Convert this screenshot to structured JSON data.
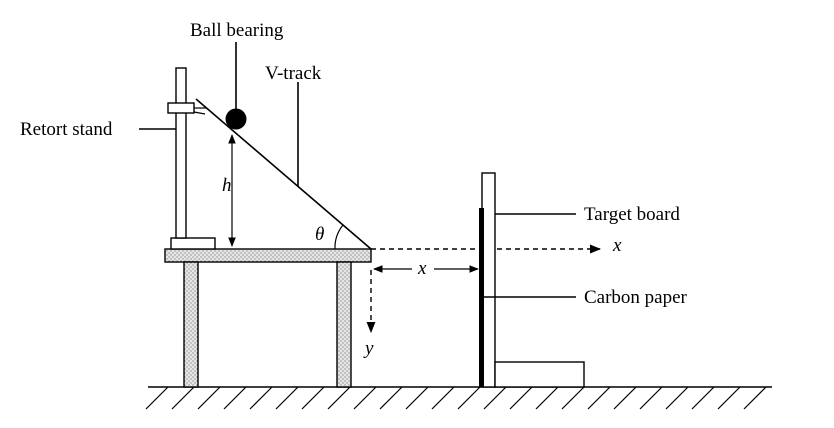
{
  "labels": {
    "ball_bearing": "Ball bearing",
    "v_track": "V-track",
    "retort_stand": "Retort stand",
    "target_board": "Target board",
    "carbon_paper": "Carbon paper",
    "h": "h",
    "theta": "θ",
    "x_axis": "x",
    "x_distance": "x",
    "y_axis": "y"
  }
}
